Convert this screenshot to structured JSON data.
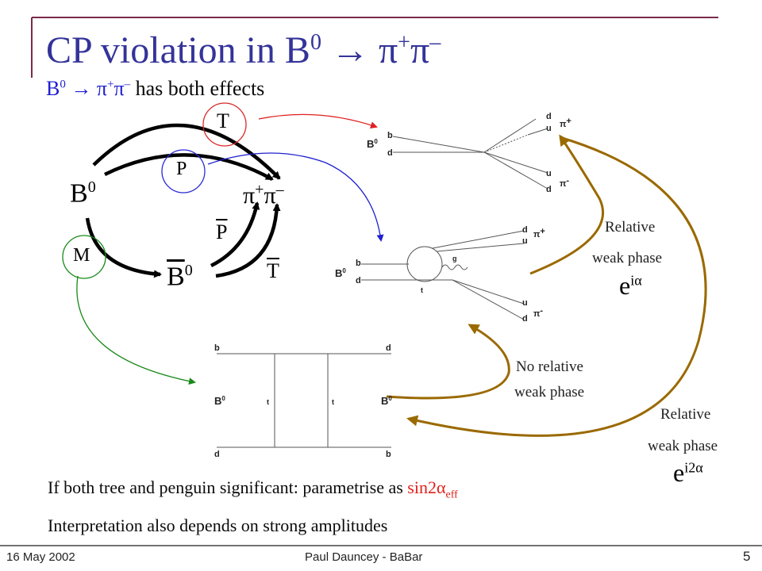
{
  "slide": {
    "title": "CP violation in B",
    "title_sup": "0",
    "title_arrow": "→",
    "title_final": "π",
    "title_sup_plus": "+",
    "title_final2": "π",
    "title_sup_minus": "–",
    "subtitle_b": "B",
    "subtitle_sup0": "0",
    "subtitle_arrow": "→",
    "subtitle_pi1": "π",
    "subtitle_plus": "+",
    "subtitle_pi2": "π",
    "subtitle_minus": "–",
    "subtitle_rest": " has both effects",
    "page_number": "5"
  },
  "diagram": {
    "label_T": "T",
    "label_P": "P",
    "label_M": "M",
    "label_B": "B",
    "label_sup0": "0",
    "label_final_pi1": "π",
    "label_final_plus": "+",
    "label_final_pi2": "π",
    "label_final_minus": "–",
    "label_Pbar": "P",
    "label_Tbar": "T",
    "label_Bbar": "B",
    "label_Bbar_sup": "0"
  },
  "feynman": {
    "tree": {
      "d": "d",
      "u1": "u",
      "b": "b",
      "d2": "d",
      "u2": "u",
      "d3": "d",
      "B0": "B",
      "B0_sup": "0",
      "pi_plus": "π",
      "plus": "+",
      "pi_minus": "π",
      "minus": "-"
    },
    "penguin": {
      "d": "d",
      "u1": "u",
      "b": "b",
      "d2": "d",
      "t": "t",
      "g": "g",
      "u2": "u",
      "d3": "d",
      "B0": "B",
      "B0_sup": "0",
      "pi_plus": "π",
      "plus": "+",
      "pi_minus": "π",
      "minus": "-"
    },
    "box": {
      "b_top": "b",
      "d_top": "d",
      "B0": "B",
      "B0_sup": "0",
      "t1": "t",
      "t2": "t",
      "B0bar": "B",
      "B0bar_sup": "0",
      "d_bot": "d",
      "b_bot": "b"
    }
  },
  "annotations": {
    "relative1": "Relative",
    "weak_phase1": "weak phase",
    "phase1_e": "e",
    "phase1_exp": "iα",
    "no_relative": "No relative",
    "weak_phase_no": "weak phase",
    "relative2": "Relative",
    "weak_phase2": "weak phase",
    "phase2_e": "e",
    "phase2_exp": "i2α"
  },
  "bottom": {
    "line1": "If both tree and penguin significant: parametrise as ",
    "line1_red": "sin2α",
    "line1_red_sub": "eff",
    "line2": "Interpretation also depends on strong amplitudes"
  },
  "footer": {
    "date": "16 May 2002",
    "author": "Paul Dauncey - BaBar"
  },
  "colors": {
    "title": "#33339a",
    "frame": "#7a2a4a",
    "red_circle": "#d82828",
    "blue_circle": "#2a2ad8",
    "green_circle": "#1a8a1a",
    "brown_arrow": "#9a6a00"
  }
}
